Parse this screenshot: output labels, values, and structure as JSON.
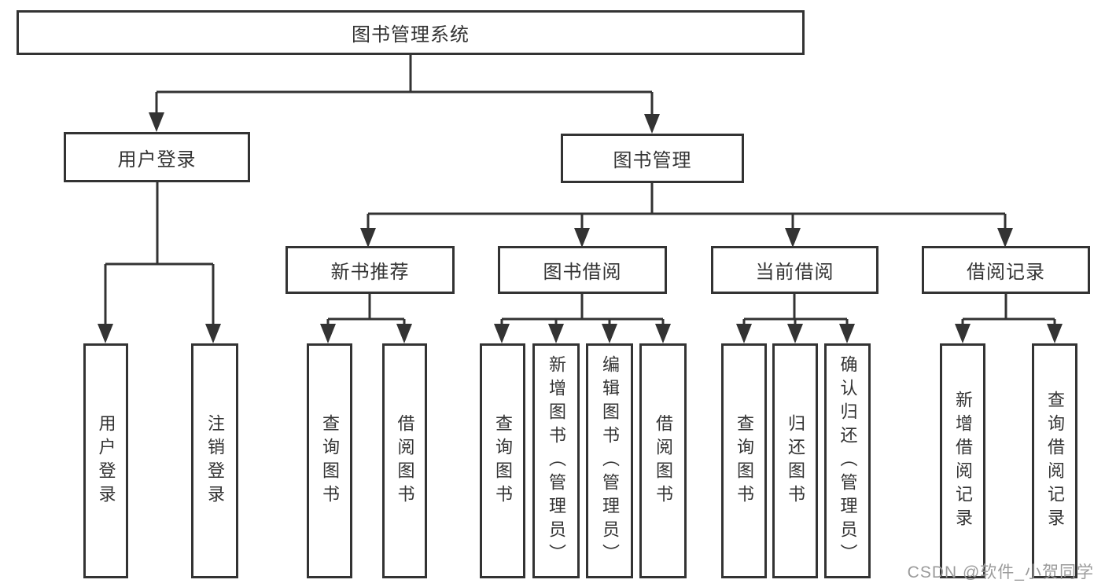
{
  "diagram_title": "图书管理系统",
  "tree": {
    "root": {
      "label": "图书管理系统"
    },
    "branches": [
      {
        "label": "用户登录",
        "leaves": [
          {
            "label": "用户登录"
          },
          {
            "label": "注销登录"
          }
        ]
      },
      {
        "label": "图书管理",
        "sections": [
          {
            "label": "新书推荐",
            "leaves": [
              {
                "label": "查询图书"
              },
              {
                "label": "借阅图书"
              }
            ]
          },
          {
            "label": "图书借阅",
            "leaves": [
              {
                "label": "查询图书"
              },
              {
                "label": "新增图书（管理员）"
              },
              {
                "label": "编辑图书（管理员）"
              },
              {
                "label": "借阅图书"
              }
            ]
          },
          {
            "label": "当前借阅",
            "leaves": [
              {
                "label": "查询图书"
              },
              {
                "label": "归还图书"
              },
              {
                "label": "确认归还（管理员）"
              }
            ]
          },
          {
            "label": "借阅记录",
            "leaves": [
              {
                "label": "新增借阅记录"
              },
              {
                "label": "查询借阅记录"
              }
            ]
          }
        ]
      }
    ]
  },
  "watermark": {
    "text": "CSDN @软件_小贺同学"
  },
  "colors": {
    "line": "#333333",
    "box_border": "#333333",
    "box_background": "#ffffff",
    "text": "#333333",
    "page_background": "#ffffff",
    "watermark": "#9b9b9b"
  }
}
